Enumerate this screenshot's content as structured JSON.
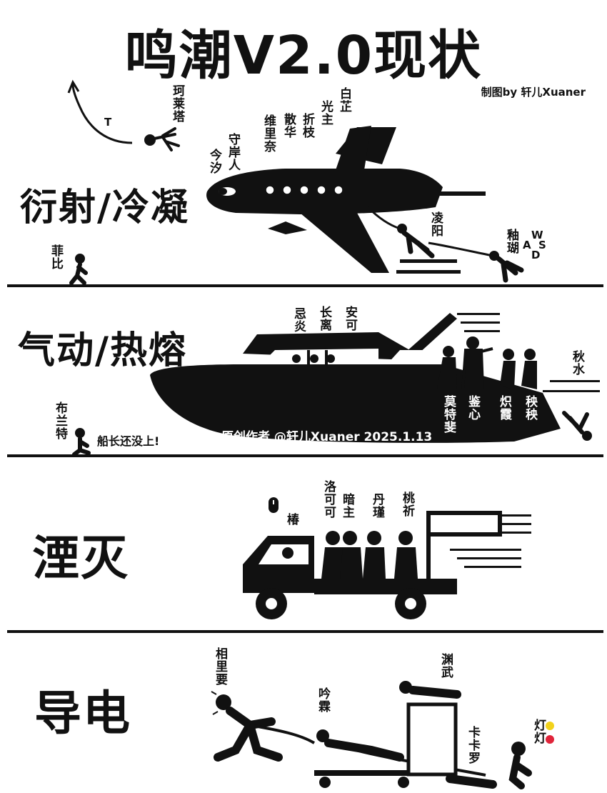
{
  "title": "鸣潮V2.0现状",
  "credit": "制图by 轩儿Xuaner",
  "sections": [
    {
      "category": "衍射/冷凝"
    },
    {
      "category": "气动/热熔"
    },
    {
      "category": "湮灭"
    },
    {
      "category": "导电"
    }
  ],
  "labels": {
    "kelaita": "珂莱塔",
    "t_letter": "T",
    "jinxi": "今汐",
    "shouanren": "守岸人",
    "weilinai": "维里奈",
    "sanhua": "散华",
    "zhezhi": "折枝",
    "guangzhu": "光主",
    "baizhi": "白芷",
    "lingyang": "凌阳",
    "youhu": "釉瑚",
    "feibi": "菲比",
    "key_w": "W",
    "key_a": "A",
    "key_s": "S",
    "key_d": "D",
    "jiyan": "忌炎",
    "changli": "长离",
    "anke": "安可",
    "moteisi": "莫特斐",
    "jianxin": "鉴心",
    "chixia": "炽霞",
    "yangyang": "秧秧",
    "qiushui": "秋水",
    "brant": "布兰特",
    "captain_note": "船长还没上!",
    "watermark": "原创作者 @轩儿Xuaner 2025.1.13",
    "chun": "椿",
    "luoke": "洛可可",
    "anzhu": "暗主",
    "danjin": "丹瑾",
    "taoqi": "桃祈",
    "xiangliyao": "相里要",
    "yinlin": "吟霖",
    "yuanwu": "渊武",
    "kakaluo": "卡卡罗",
    "dengdeng": "灯灯"
  },
  "colors": {
    "ink": "#111111",
    "yellow": "#f2d21b",
    "red": "#e0243a"
  }
}
